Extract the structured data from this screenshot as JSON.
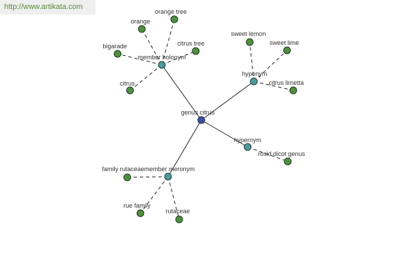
{
  "watermark": "http://www.artikata.com",
  "colors": {
    "center": "#3f4f9a",
    "relation": "#4f9a9a",
    "leaf": "#4f8f3f",
    "edge": "#222222"
  },
  "nodes": {
    "center": "genus citrus",
    "member_holonym": "member holonym",
    "hyponym": "hyponym",
    "hypernym": "hypernym",
    "member_meronym": "member meronym",
    "orange_tree": "orange tree",
    "orange": "orange",
    "bigarade": "bigarade",
    "citrus_tree": "citrus tree",
    "citrus": "citrus",
    "sweet_lemon": "sweet lemon",
    "sweet_lime": "sweet lime",
    "citrus_limetta": "citrus limetta",
    "rosid_dicot_genus": "rosid dicot genus",
    "family_rutaceae": "family rutaceae",
    "rue_family": "rue family",
    "rutaceae": "rutaceae"
  }
}
